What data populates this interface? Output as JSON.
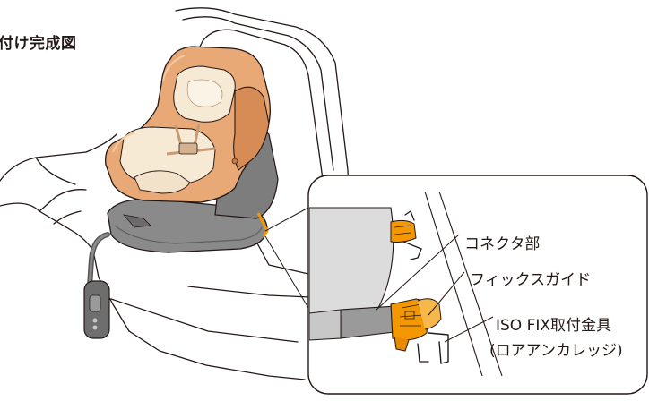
{
  "diagram": {
    "title": "付け完成図",
    "callouts": {
      "connector": "コネクタ部",
      "guide": "フィックスガイド",
      "isofix_bracket": "ISO FIX取付金具",
      "lower_anchorage": "(ロアアンカレッジ)"
    },
    "colors": {
      "seat_cushion": "#e9a977",
      "seat_cushion_dark": "#d88c55",
      "inner_pad": "#f6ead5",
      "base_gray": "#8a8a8a",
      "base_dark": "#5f5f5f",
      "connector_orange": "#f39800",
      "outline": "#231815"
    }
  }
}
